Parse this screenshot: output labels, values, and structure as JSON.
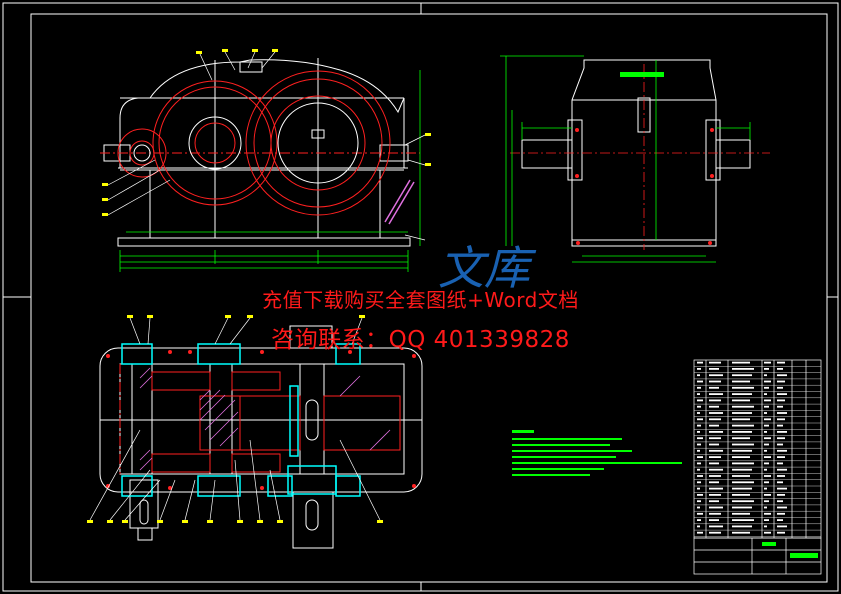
{
  "watermark": {
    "line1": "充值下载购买全套图纸+Word文档",
    "line2": "咨询联系：QQ 401339828"
  },
  "logo": {
    "text": "文库",
    "color": "#1e73d2"
  },
  "colors": {
    "background": "#000000",
    "frame": "#ffffff",
    "outline": "#ffffff",
    "gear": "#ff2020",
    "dimension": "#00ff00",
    "bearing": "#00ffff",
    "hatch": "#e070e0",
    "label": "#ffff00"
  }
}
